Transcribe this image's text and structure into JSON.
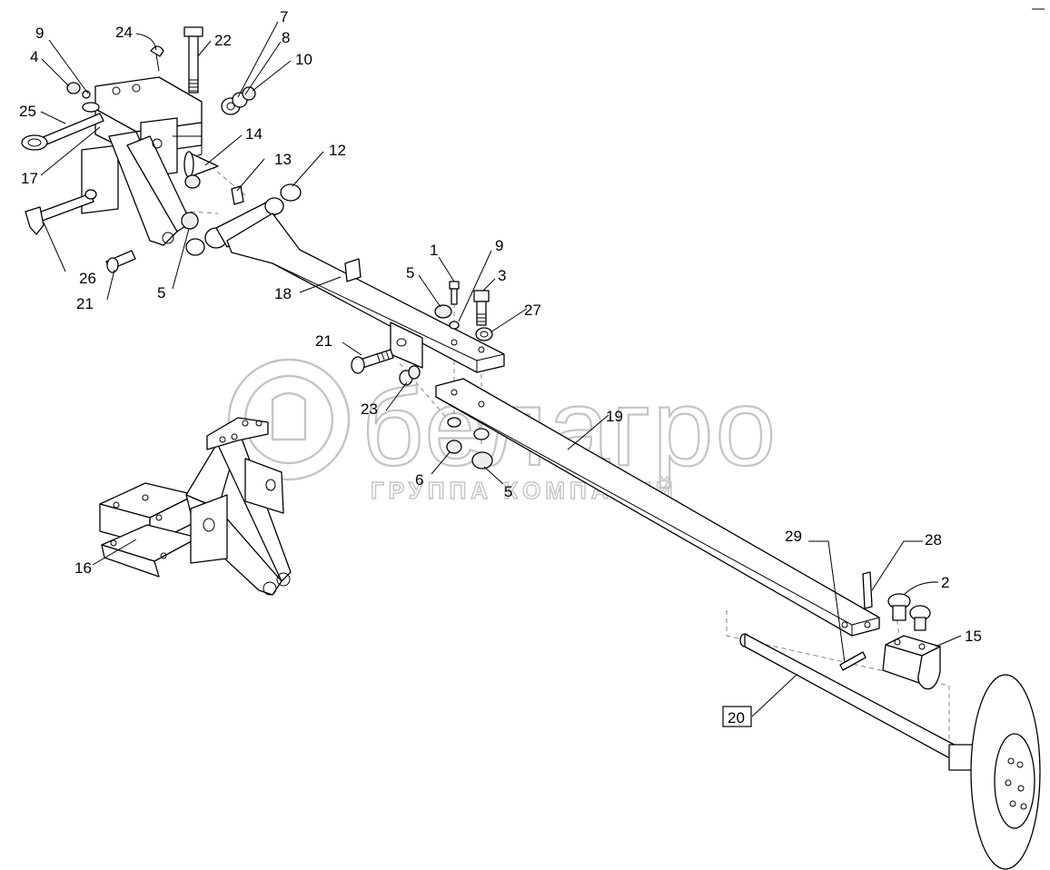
{
  "watermark": {
    "brand": "белагро",
    "subtitle": "ГРУППА КОМПАНИЙ"
  },
  "callouts": [
    {
      "id": "c1",
      "text": "1"
    },
    {
      "id": "c2",
      "text": "2"
    },
    {
      "id": "c3",
      "text": "3"
    },
    {
      "id": "c4",
      "text": "4"
    },
    {
      "id": "c5a",
      "text": "5"
    },
    {
      "id": "c5b",
      "text": "5"
    },
    {
      "id": "c5c",
      "text": "5"
    },
    {
      "id": "c6",
      "text": "6"
    },
    {
      "id": "c7",
      "text": "7"
    },
    {
      "id": "c8",
      "text": "8"
    },
    {
      "id": "c9a",
      "text": "9"
    },
    {
      "id": "c9b",
      "text": "9"
    },
    {
      "id": "c10",
      "text": "10"
    },
    {
      "id": "c12",
      "text": "12"
    },
    {
      "id": "c13",
      "text": "13"
    },
    {
      "id": "c14",
      "text": "14"
    },
    {
      "id": "c15",
      "text": "15"
    },
    {
      "id": "c16",
      "text": "16"
    },
    {
      "id": "c17",
      "text": "17"
    },
    {
      "id": "c18",
      "text": "18"
    },
    {
      "id": "c19",
      "text": "19"
    },
    {
      "id": "c20",
      "text": "20"
    },
    {
      "id": "c21a",
      "text": "21"
    },
    {
      "id": "c21b",
      "text": "21"
    },
    {
      "id": "c22",
      "text": "22"
    },
    {
      "id": "c23",
      "text": "23"
    },
    {
      "id": "c24",
      "text": "24"
    },
    {
      "id": "c25",
      "text": "25"
    },
    {
      "id": "c26",
      "text": "26"
    },
    {
      "id": "c27",
      "text": "27"
    },
    {
      "id": "c28",
      "text": "28"
    },
    {
      "id": "c29",
      "text": "29"
    }
  ]
}
